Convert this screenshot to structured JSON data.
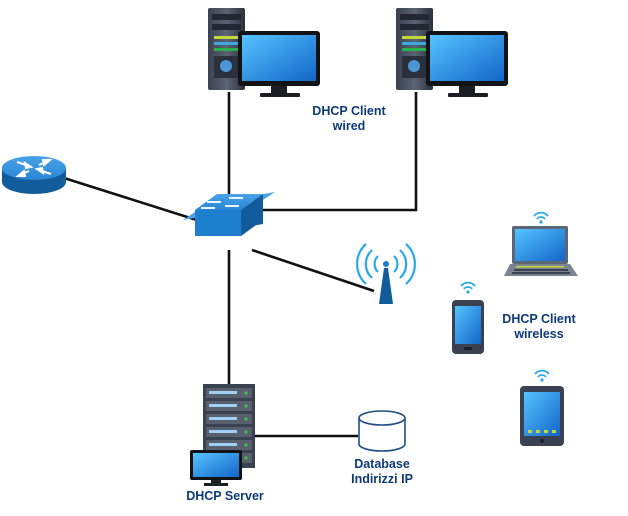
{
  "labels": {
    "dhcp_client_wired": [
      "DHCP Client",
      "wired"
    ],
    "dhcp_client_wireless": [
      "DHCP Client",
      "wireless"
    ],
    "dhcp_server": "DHCP Server",
    "database": [
      "Database",
      "Indirizzi IP"
    ]
  },
  "colors": {
    "link": "#111111",
    "device_blue": "#1f7fcf",
    "device_blue_dark": "#135c9c",
    "label_text": "#0d3a78",
    "wifi_signal": "#2aa9e6"
  },
  "icons": {
    "router": "router-icon",
    "switch": "switch-icon",
    "access_point": "wireless-access-point-icon",
    "pc": "desktop-pc-icon",
    "server": "server-rack-icon",
    "database": "database-cylinder-icon",
    "laptop": "laptop-icon",
    "phone": "smartphone-icon",
    "tablet": "tablet-icon"
  }
}
